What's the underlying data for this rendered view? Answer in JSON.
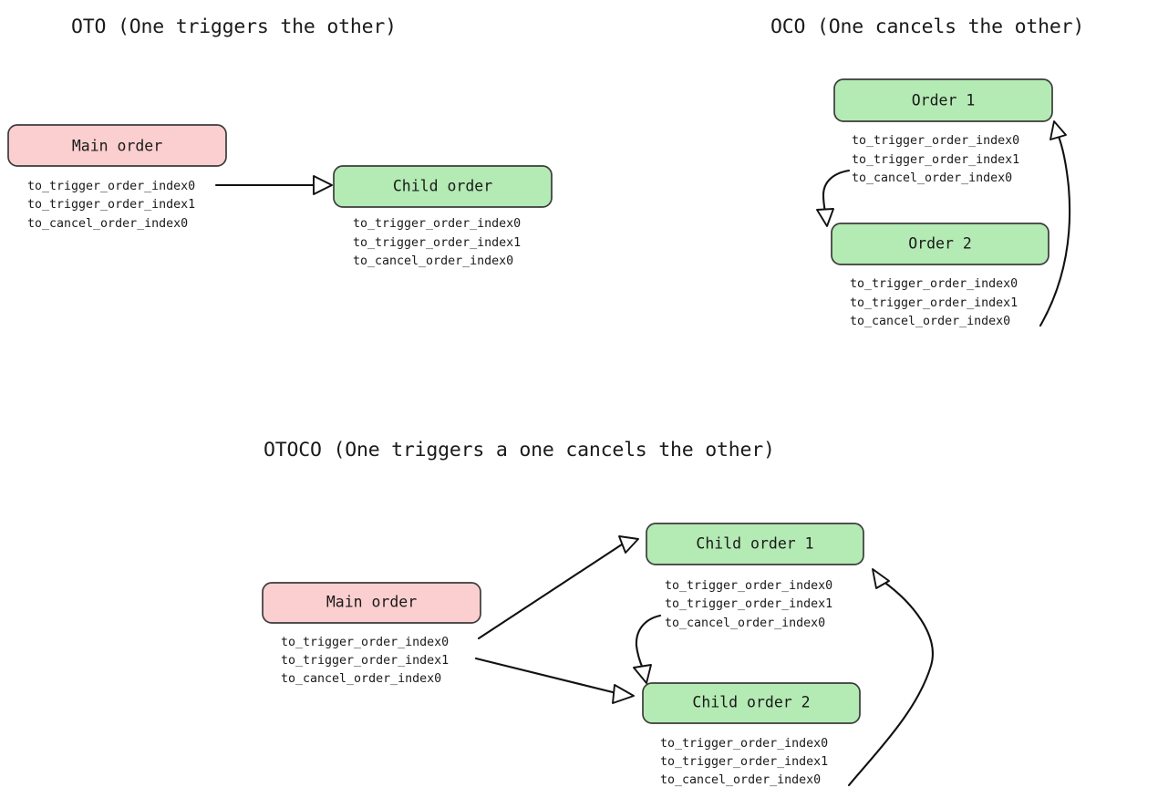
{
  "page": {
    "background": "#ffffff",
    "accent_pink": "#fbcfcf",
    "accent_green": "#b4eab4",
    "stroke": "#111111"
  },
  "attribute_lines": {
    "trigger0": "to_trigger_order_index0",
    "trigger1": "to_trigger_order_index1",
    "cancel0": "to_cancel_order_index0"
  },
  "sections": {
    "oto": {
      "title": "OTO (One triggers the other)",
      "nodes": {
        "main": "Main order",
        "child": "Child order"
      }
    },
    "oco": {
      "title": "OCO (One cancels the other)",
      "nodes": {
        "order1": "Order 1",
        "order2": "Order 2"
      }
    },
    "otoco": {
      "title": "OTOCO (One triggers a one cancels the other)",
      "nodes": {
        "main": "Main order",
        "child1": "Child order 1",
        "child2": "Child order 2"
      }
    }
  }
}
